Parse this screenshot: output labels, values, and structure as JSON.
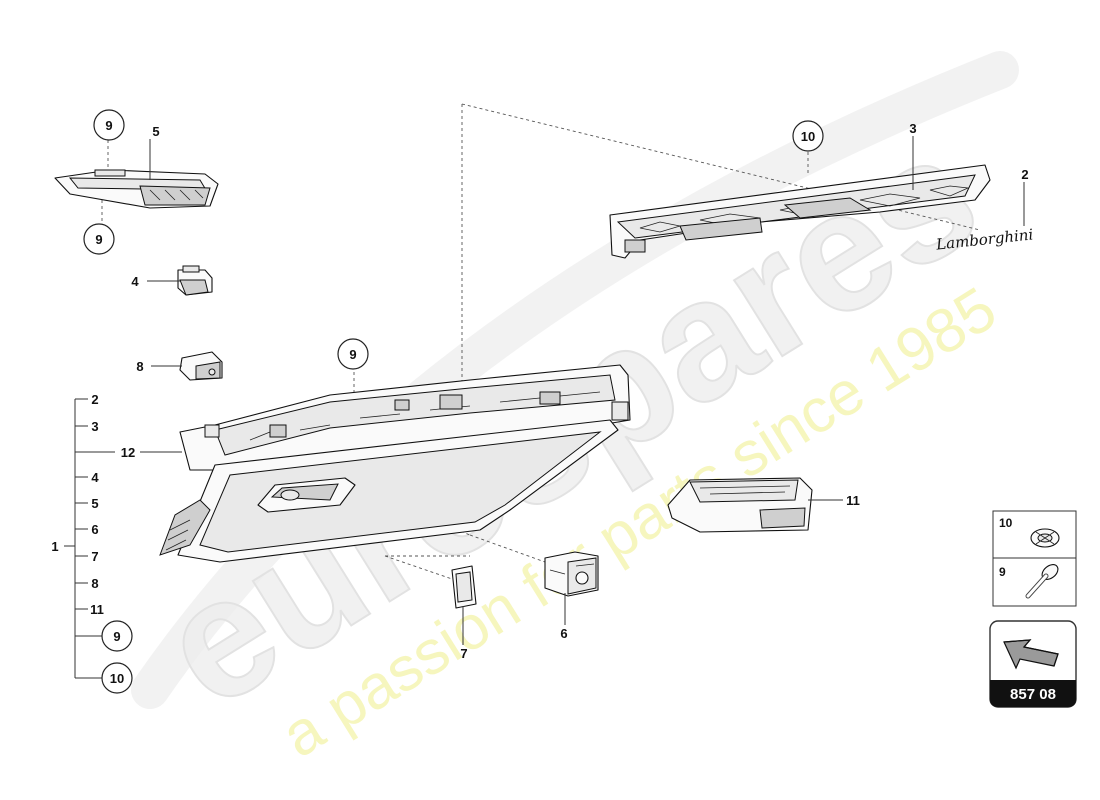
{
  "watermark": {
    "logo_text": "eurospares",
    "tagline": "a passion for parts since 1985"
  },
  "emblem_text": "Lamborghini",
  "diagram_code": "857 08",
  "callouts": {
    "c_9_top": "9",
    "c_5": "5",
    "c_9_bottom": "9",
    "c_4": "4",
    "c_8": "8",
    "c_9_center": "9",
    "c_12": "12",
    "c_10_top": "10",
    "c_3": "3",
    "c_2": "2",
    "c_11": "11",
    "c_7": "7",
    "c_6": "6"
  },
  "assembly_bracket": {
    "parent": "1",
    "items": [
      "2",
      "3",
      "4",
      "5",
      "6",
      "7",
      "8",
      "11"
    ],
    "circled_items": [
      "9",
      "10"
    ]
  },
  "hardware_legend": [
    {
      "label": "10",
      "icon": "clip-nut-icon"
    },
    {
      "label": "9",
      "icon": "screw-icon"
    }
  ]
}
